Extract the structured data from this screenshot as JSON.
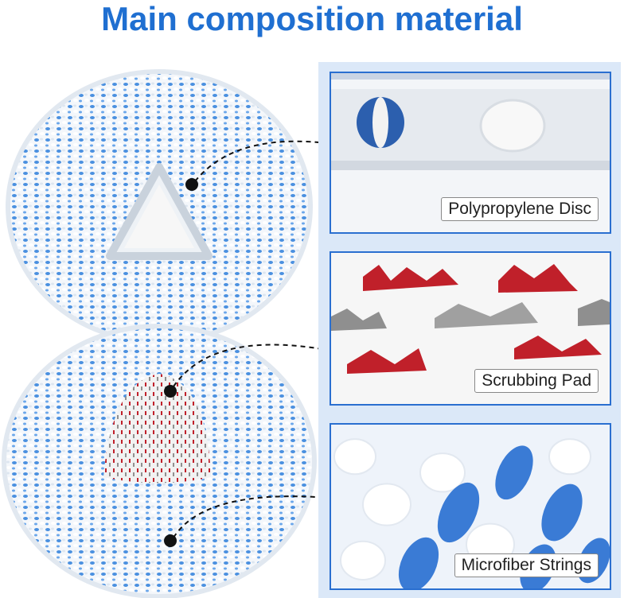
{
  "title": "Main composition material",
  "components": [
    {
      "name": "Polypropylene Disc"
    },
    {
      "name": "Scrubbing Pad"
    },
    {
      "name": "Microfiber Strings"
    }
  ],
  "colors": {
    "title": "#1f6fd1",
    "accent_blue": "#2a6fd0",
    "string_blue": "#4a90e0",
    "pad_red": "#c0202a",
    "pad_gray": "#909090"
  }
}
